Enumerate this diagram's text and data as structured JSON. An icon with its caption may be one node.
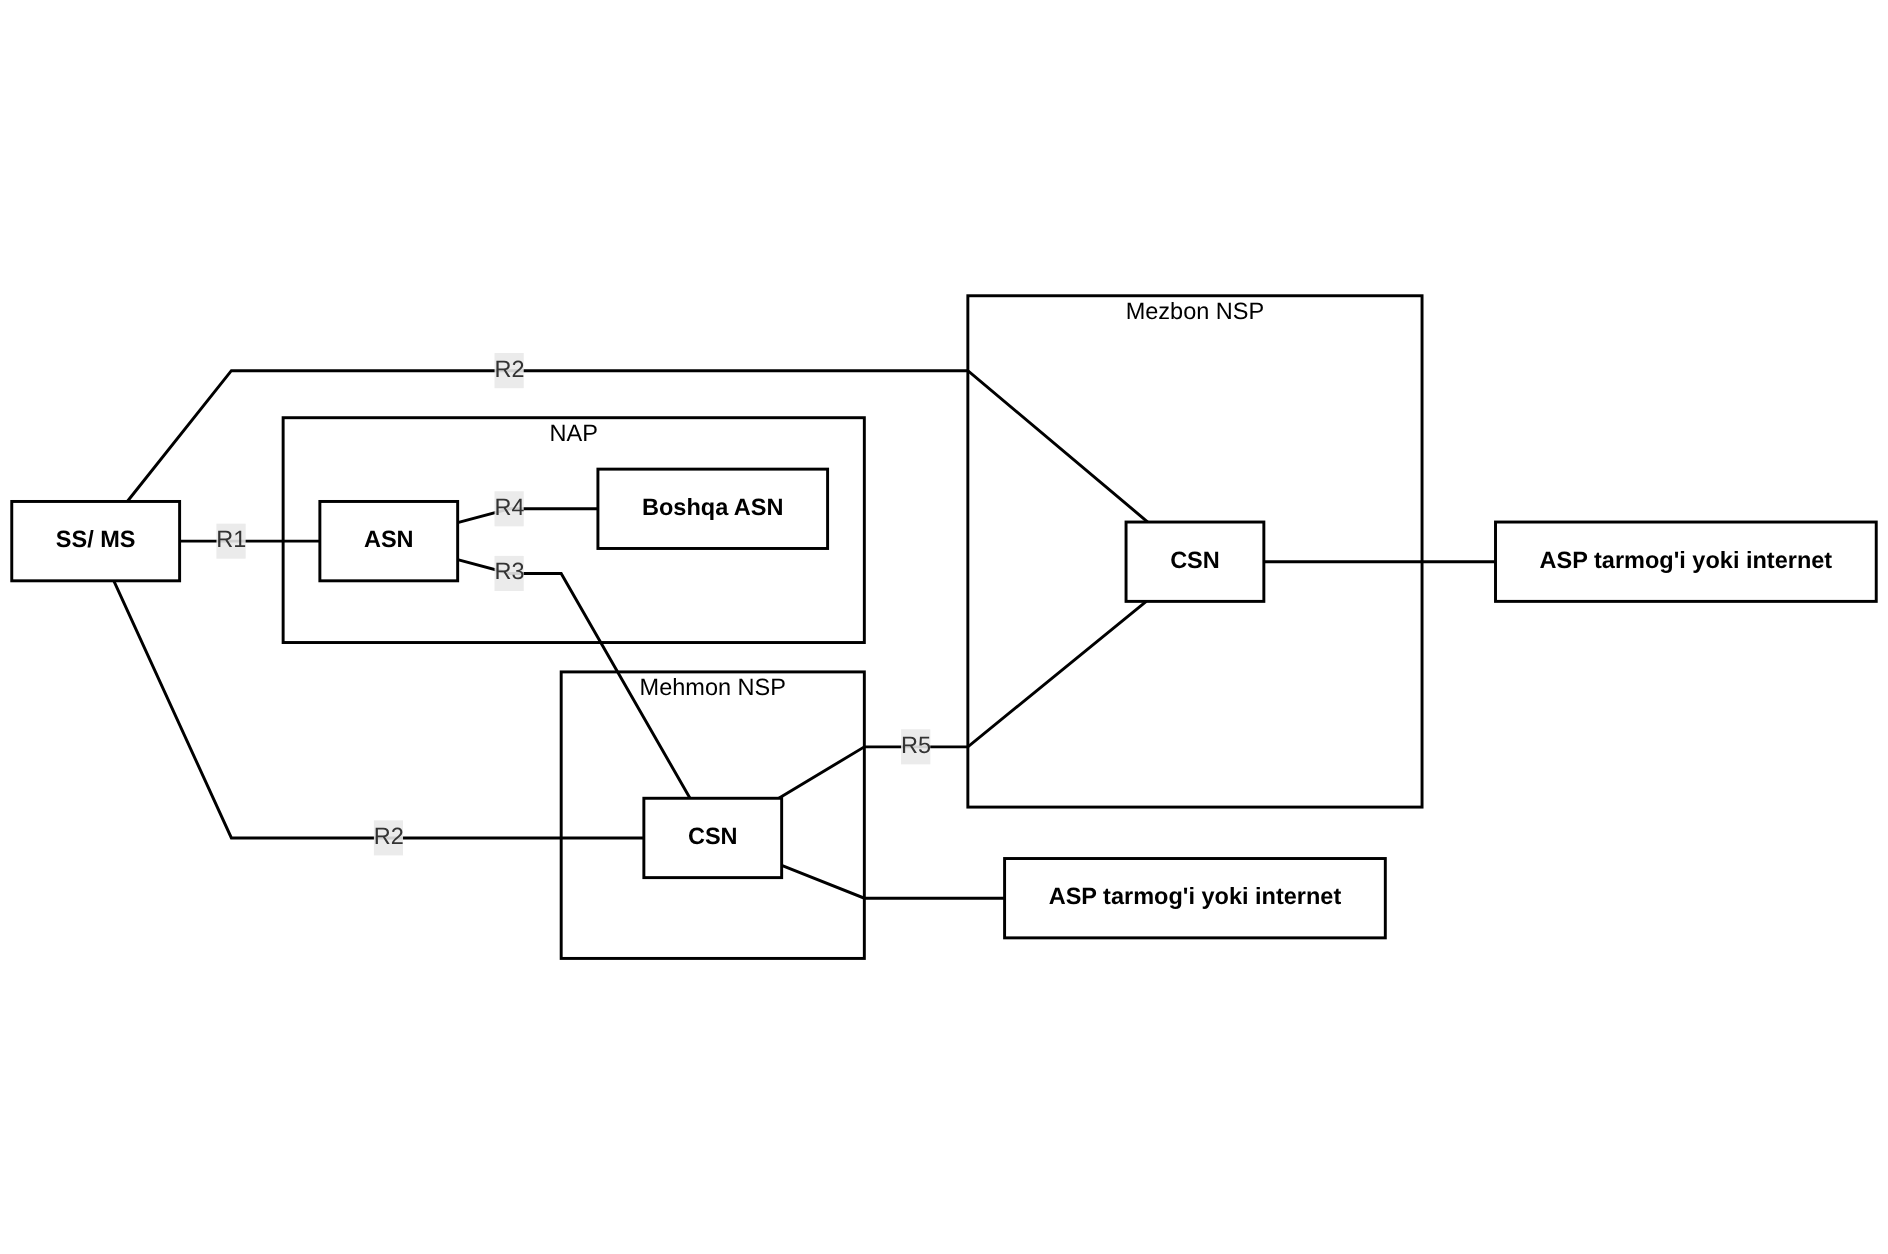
{
  "diagram": {
    "nodes": [
      {
        "text": [
          "SS/ MS"
        ]
      },
      {
        "text": [
          "NAP"
        ]
      },
      {
        "text": [
          "ASN"
        ],
        "in": 1
      },
      {
        "text": [
          "Boshqa ASN"
        ],
        "in": 1
      },
      {
        "text": [
          "Mehmon NSP"
        ]
      },
      {
        "text": [
          "CSN"
        ],
        "in": 4
      },
      {
        "text": [
          "ASP tarmog'i yoki internet"
        ]
      },
      {
        "text": [
          "Mezbon NSP"
        ]
      },
      {
        "text": [
          "CSN"
        ],
        "in": 7
      },
      {
        "text": [
          "ASP tarmog'i yoki internet"
        ]
      }
    ],
    "edges": [
      {
        "from": 0,
        "to": 5,
        "arrow": "none",
        "label": "R2"
      },
      {
        "from": 0,
        "to": 8,
        "arrow": "none",
        "label": "R2"
      },
      {
        "from": 0,
        "to": 2,
        "arrow": "none",
        "label": "R1"
      },
      {
        "from": 2,
        "to": 5,
        "arrow": "none",
        "label": "R3"
      },
      {
        "from": 5,
        "to": 8,
        "arrow": "none",
        "label": "R5"
      },
      {
        "from": 2,
        "to": 3,
        "arrow": "none",
        "label": "R4"
      },
      {
        "from": 5,
        "to": 6,
        "arrow": "none"
      },
      {
        "from": 8,
        "to": 9,
        "arrow": "none"
      }
    ]
  }
}
